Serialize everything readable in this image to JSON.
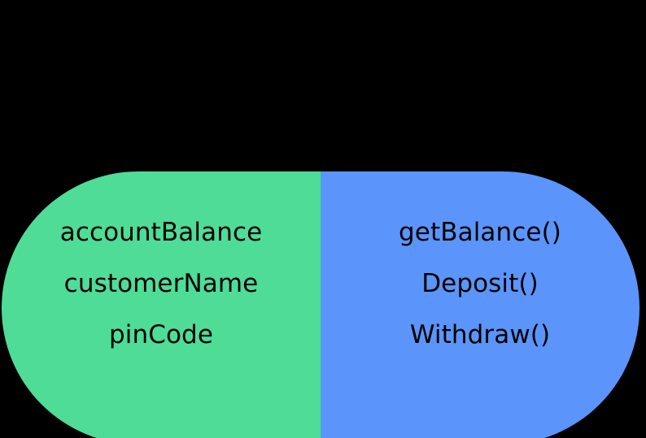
{
  "diagram": {
    "shape": "stadium-pill-split-vertically",
    "colors": {
      "background": "#000000",
      "attributes_fill": "#4fdc97",
      "methods_fill": "#5b95fb",
      "text": "#000000"
    },
    "left_panel": {
      "role": "attributes",
      "items": [
        {
          "label": "accountBalance"
        },
        {
          "label": "customerName"
        },
        {
          "label": "pinCode"
        }
      ]
    },
    "right_panel": {
      "role": "methods",
      "items": [
        {
          "label": "getBalance()"
        },
        {
          "label": "Deposit()"
        },
        {
          "label": "Withdraw()"
        }
      ]
    }
  }
}
